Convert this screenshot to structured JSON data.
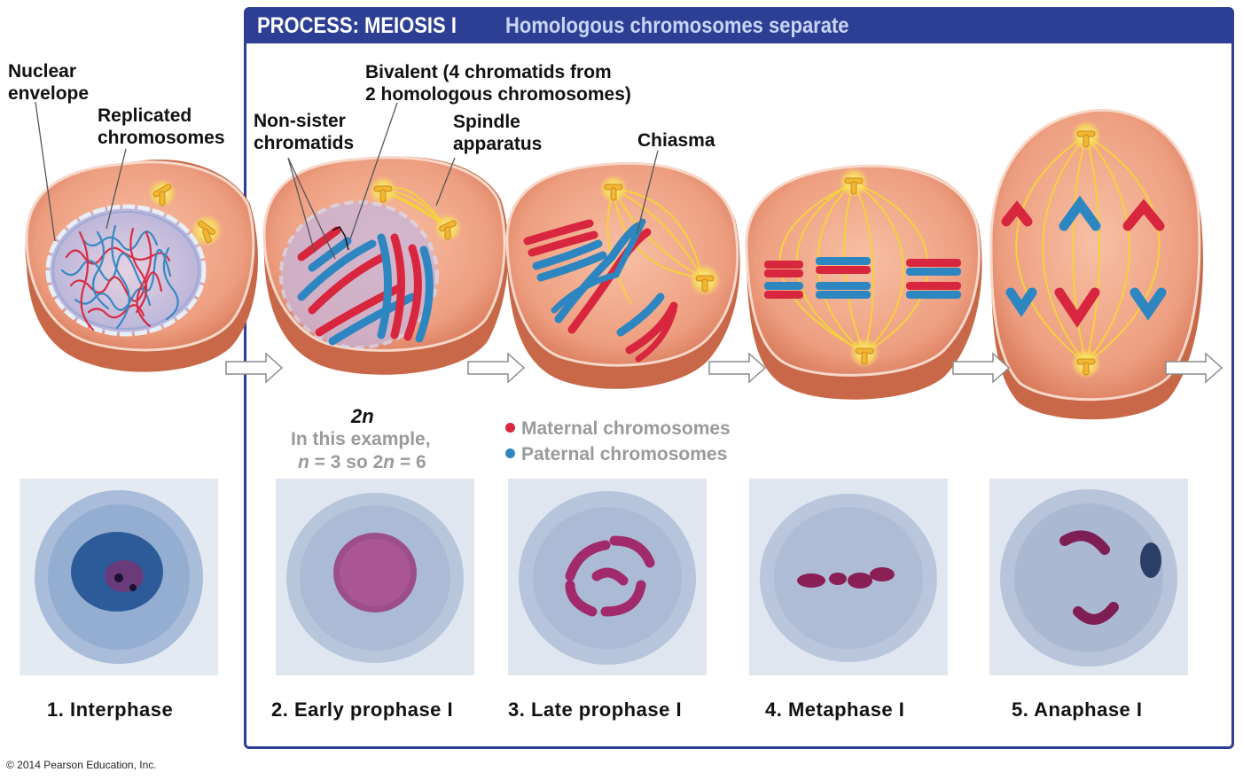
{
  "header": {
    "title": "PROCESS: MEIOSIS I",
    "subtitle": "Homologous chromosomes separate"
  },
  "labels": {
    "nuclear_envelope": "Nuclear\nenvelope",
    "replicated_chromosomes": "Replicated\nchromosomes",
    "non_sister_chromatids": "Non-sister\nchromatids",
    "bivalent": "Bivalent (4 chromatids from\n2 homologous chromosomes)",
    "spindle_apparatus": "Spindle\napparatus",
    "chiasma": "Chiasma"
  },
  "ploidy": {
    "symbol": "2n",
    "note_line1": "In this example,",
    "note_line2_n": "n",
    "note_line2_mid": " = 3 so 2",
    "note_line2_n2": "n",
    "note_line2_end": " = 6"
  },
  "legend": {
    "maternal": "Maternal chromosomes",
    "paternal": "Paternal chromosomes",
    "maternal_color": "#d7263d",
    "paternal_color": "#2e86c1"
  },
  "stages": [
    {
      "label": "1. Interphase"
    },
    {
      "label": "2. Early prophase I"
    },
    {
      "label": "3. Late prophase I"
    },
    {
      "label": "4. Metaphase I"
    },
    {
      "label": "5. Anaphase I"
    }
  ],
  "copyright": "© 2014 Pearson Education, Inc.",
  "colors": {
    "header_bg": "#2d3f94",
    "cell_fill": "#f0a688",
    "cell_rim": "#c86848",
    "spindle": "#f4d23c",
    "centrosome": "#f2b632"
  }
}
